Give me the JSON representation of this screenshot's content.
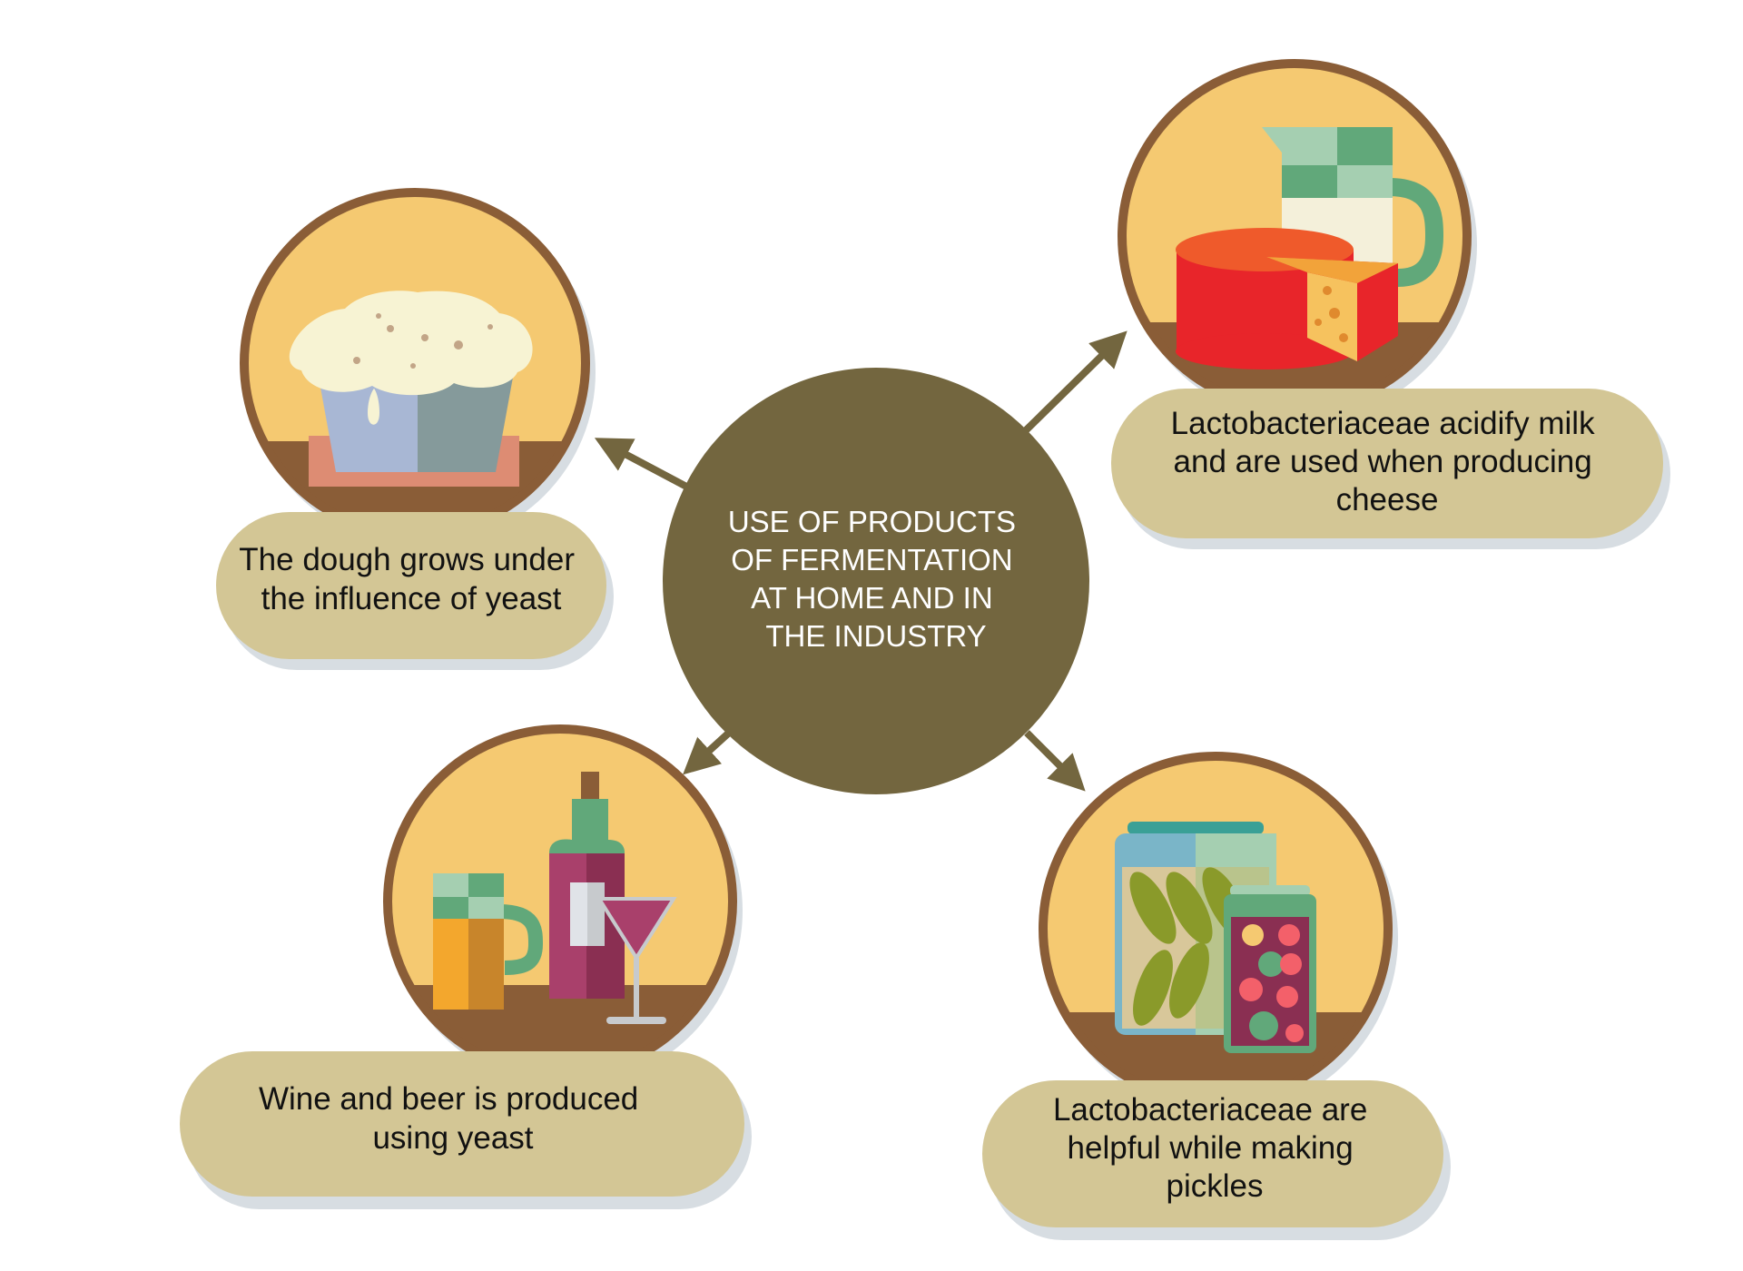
{
  "center": {
    "lines": [
      "USE OF PRODUCTS",
      "OF FERMENTATION",
      "AT HOME AND IN",
      "THE INDUSTRY"
    ]
  },
  "nodes": {
    "dough": {
      "lines": [
        "The dough grows under",
        "the influence of yeast"
      ]
    },
    "cheese": {
      "lines": [
        "Lactobacteriaceae acidify milk",
        "and are used when producing",
        "cheese"
      ]
    },
    "wine": {
      "lines": [
        "Wine and beer is produced",
        "using yeast"
      ]
    },
    "pickles": {
      "lines": [
        "Lactobacteriaceae are",
        "helpful while making",
        "pickles"
      ]
    }
  },
  "colors": {
    "center_fill": "#73663f",
    "arrow": "#73663f",
    "circle_border": "#8a5d37",
    "circle_sky": "#f5c971",
    "circle_ground": "#8a5d37",
    "label_fill": "#d3c695",
    "label_shadow": "#d7dde2"
  }
}
